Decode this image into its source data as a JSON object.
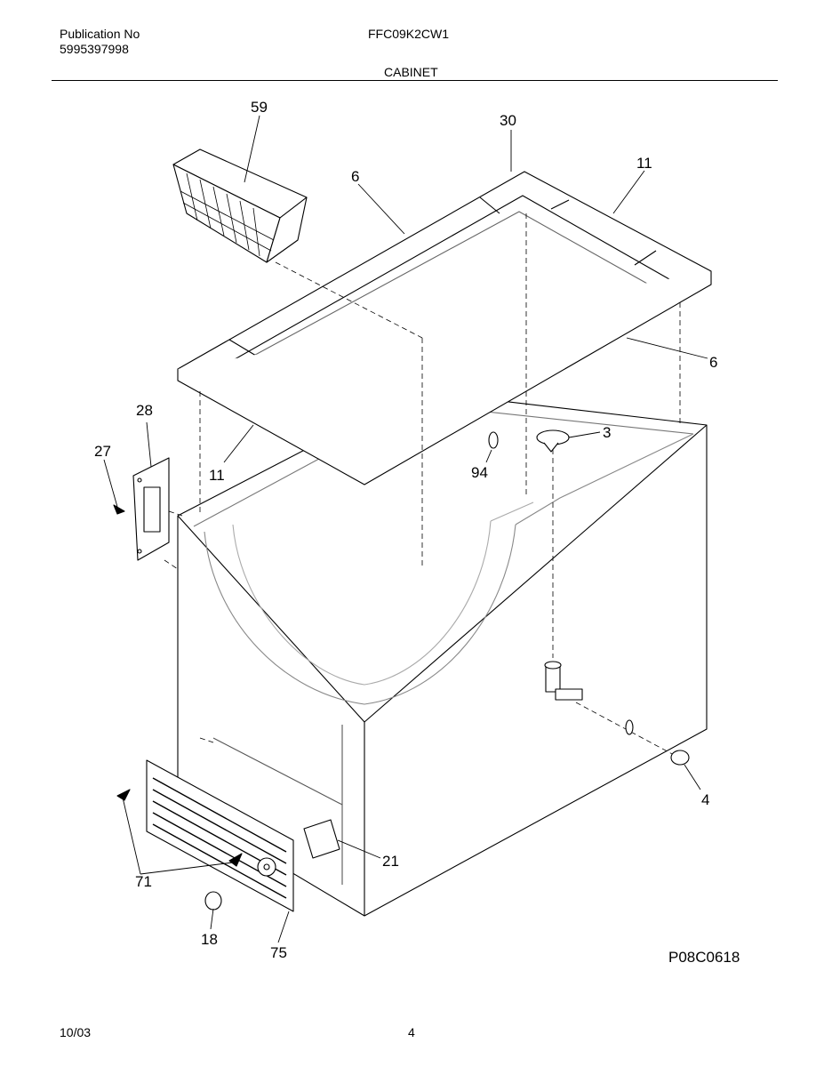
{
  "header": {
    "publication_label": "Publication No",
    "publication_number": "5995397998",
    "model": "FFC09K2CW1",
    "section_title": "CABINET"
  },
  "callouts": {
    "c59": "59",
    "c30": "30",
    "c6a": "6",
    "c11a": "11",
    "c6b": "6",
    "c28": "28",
    "c27": "27",
    "c11b": "11",
    "c94": "94",
    "c3": "3",
    "c4": "4",
    "c21": "21",
    "c71": "71",
    "c18": "18",
    "c75": "75"
  },
  "drawing_code": "P08C0618",
  "footer": {
    "date": "10/03",
    "page": "4"
  }
}
